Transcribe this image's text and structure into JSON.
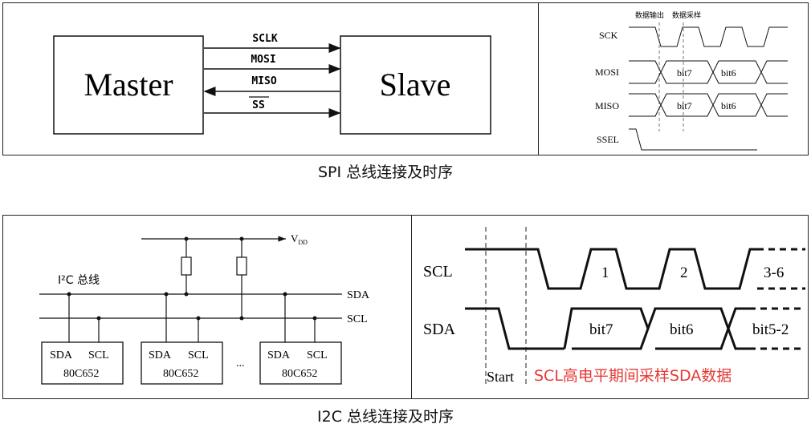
{
  "spi": {
    "master": "Master",
    "slave": "Slave",
    "signals": [
      "SCLK",
      "MOSI",
      "MISO",
      "SS"
    ],
    "caption": "SPI 总线连接及时序",
    "timing": {
      "labels": [
        "SCK",
        "MOSI",
        "MISO",
        "SSEL"
      ],
      "annot_out": "数据输出",
      "annot_sample": "数据采样",
      "bit_a": "bit7",
      "bit_b": "bit6"
    }
  },
  "i2c": {
    "caption": "I2C 总线连接及时序",
    "vdd": "VDD",
    "bus_label": "I²C 总线",
    "sda": "SDA",
    "scl": "SCL",
    "chip_sda": "SDA",
    "chip_scl": "SCL",
    "chip_name": "80C652",
    "ellipsis": "...",
    "timing": {
      "scl": "SCL",
      "sda": "SDA",
      "p1": "1",
      "p2": "2",
      "p3": "3-6",
      "bit7": "bit7",
      "bit6": "bit6",
      "bit52": "bit5-2",
      "start": "Start",
      "note": "SCL高电平期间采样SDA数据",
      "note_color": "#e53935"
    }
  }
}
